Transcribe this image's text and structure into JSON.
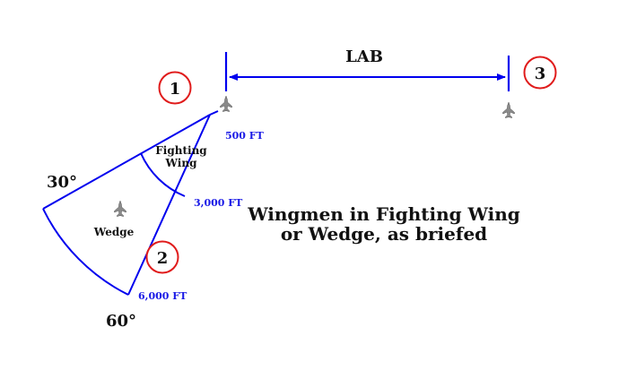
{
  "diagram": {
    "lab_label": "LAB",
    "title_line1": "Wingmen in Fighting Wing",
    "title_line2": "or Wedge, as briefed",
    "markers": {
      "one": "1",
      "two": "2",
      "three": "3"
    },
    "angles": {
      "thirty": "30°",
      "sixty": "60°"
    },
    "distances": {
      "d500": "500 FT",
      "d3000": "3,000 FT",
      "d6000": "6,000 FT"
    },
    "zones": {
      "fighting_wing_line1": "Fighting",
      "fighting_wing_line2": "Wing",
      "wedge": "Wedge"
    },
    "icons": [
      "aircraft-icon"
    ],
    "colors": {
      "line_blue": "#0000ee",
      "label_blue": "#1a1ae6",
      "marker_red": "#e01b1b",
      "text_black": "#111111",
      "aircraft_gray": "#8a8a8a"
    }
  }
}
